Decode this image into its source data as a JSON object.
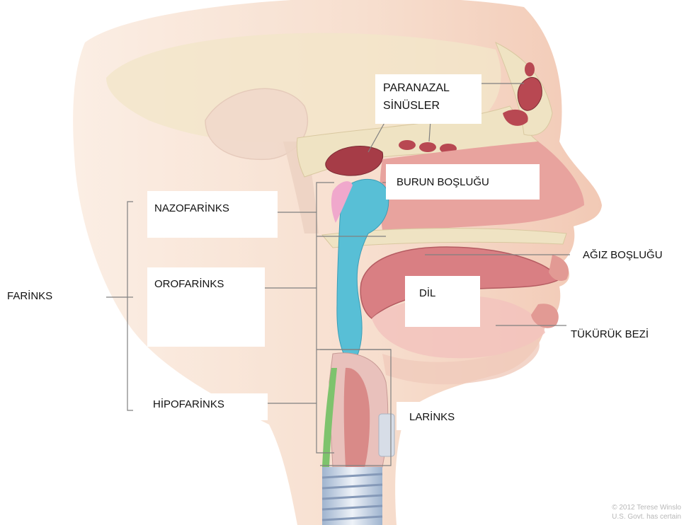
{
  "labels": {
    "paranazal_line1": "PARANAZAL",
    "paranazal_line2": "SİNÜSLER",
    "burun": "BURUN BOŞLUĞU",
    "nazofarinks": "NAZOFARİNKS",
    "orofarinks": "OROFARİNKS",
    "hipofarinks": "HİPOFARİNKS",
    "farinks": "FARİNKS",
    "agiz": "AĞIZ BOŞLUĞU",
    "dil": "DİL",
    "tukuruk": "TÜKÜRÜK BEZİ",
    "larinks": "LARİNKS"
  },
  "copyright": {
    "line1": "© 2012 Terese Winslo",
    "line2": "U.S. Govt. has certain"
  },
  "colors": {
    "skin": "#f6dccc",
    "nasal_cavity": "#e8a39e",
    "pharynx_blue": "#58bfd6",
    "tongue": "#d97f83",
    "sinus_red": "#b84852",
    "bone": "#efe3c3",
    "esophagus_green": "#7ec36d",
    "leader_line": "#808080"
  }
}
